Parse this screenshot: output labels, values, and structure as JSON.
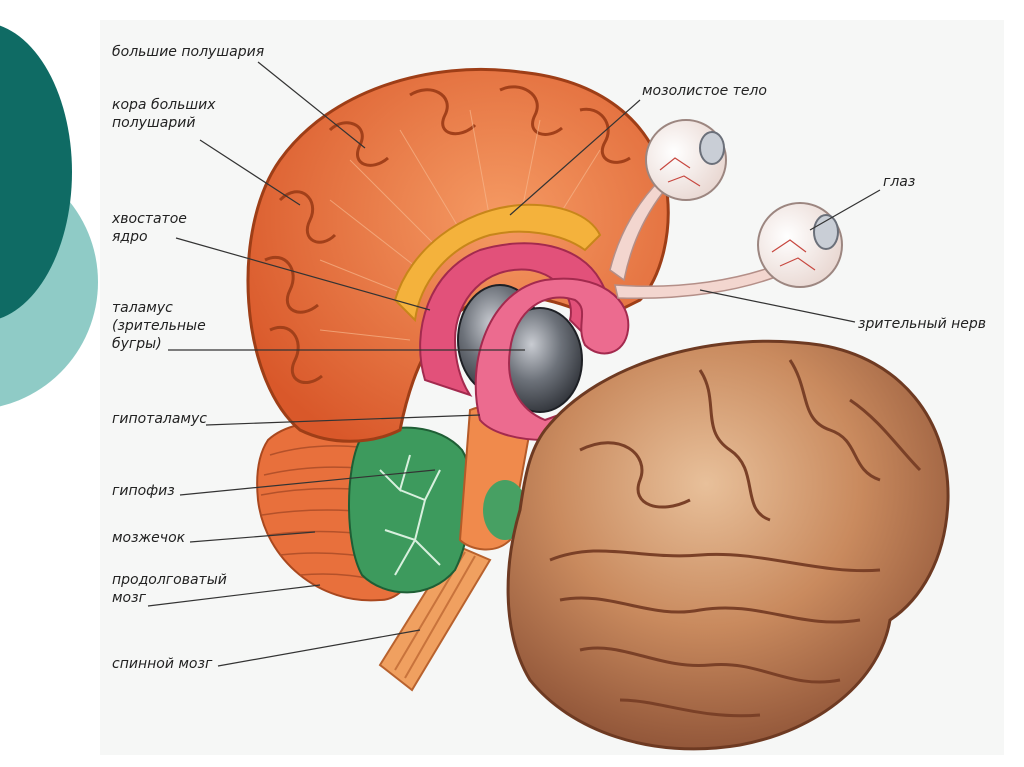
{
  "colors": {
    "teal_dark": "#0f6b64",
    "teal_light": "#8fcbc6",
    "panel_bg": "#f6f7f6",
    "cortex_orange": "#ef7a3e",
    "cortex_brown": "#b56a45",
    "limbic_pink": "#e2517a",
    "thalamus_grey": "#4a4f57",
    "cerebellum_green": "#3d9a5d",
    "eye_white": "#f6eeea"
  },
  "labels": {
    "hemispheres": "большие полушария",
    "cortex_line1": "кора больших",
    "cortex_line2": "полушарий",
    "caudate_line1": "хвостатое",
    "caudate_line2": "ядро",
    "thalamus_line1": "таламус",
    "thalamus_line2": "(зрительные",
    "thalamus_line3": "бугры)",
    "hypothalamus": "гипоталамус",
    "pituitary": "гипофиз",
    "cerebellum": "мозжечок",
    "medulla_line1": "продолговатый",
    "medulla_line2": "мозг",
    "spinal_cord": "спинной мозг",
    "corpus_callosum": "мозолистое тело",
    "eye": "глаз",
    "optic_nerve": "зрительный нерв"
  }
}
